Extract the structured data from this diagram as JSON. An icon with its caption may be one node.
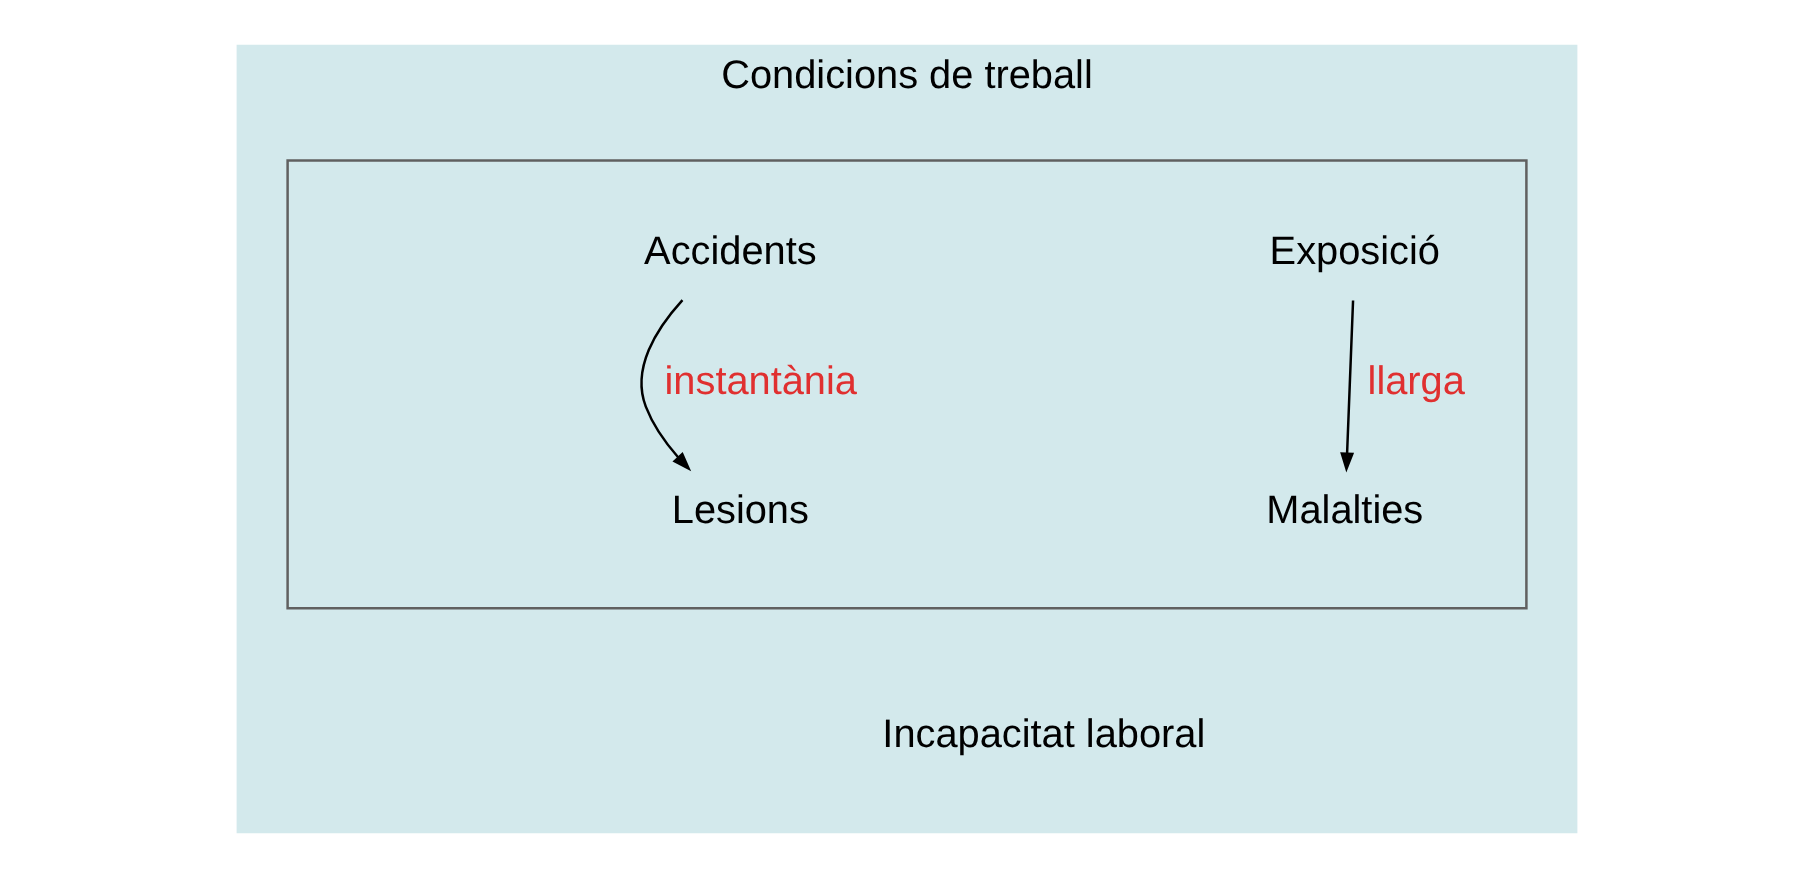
{
  "diagram": {
    "nodes": [
      {
        "text": [
          "Condicions de treball",
          "Incapacitat laboral"
        ]
      },
      {
        "text": [],
        "shape": "box",
        "in": 0
      },
      {
        "text": [
          "Accidents"
        ],
        "in": 1
      },
      {
        "text": [
          "Exposició"
        ],
        "in": 1
      },
      {
        "text": [
          "Lesions"
        ],
        "in": 1
      },
      {
        "text": [
          "Malalties"
        ],
        "in": 1
      }
    ],
    "edges": [
      {
        "from": 2,
        "to": 4,
        "arrow": "to",
        "label": "instantània"
      },
      {
        "from": 3,
        "to": 5,
        "arrow": "to",
        "label": "llarga"
      }
    ]
  }
}
